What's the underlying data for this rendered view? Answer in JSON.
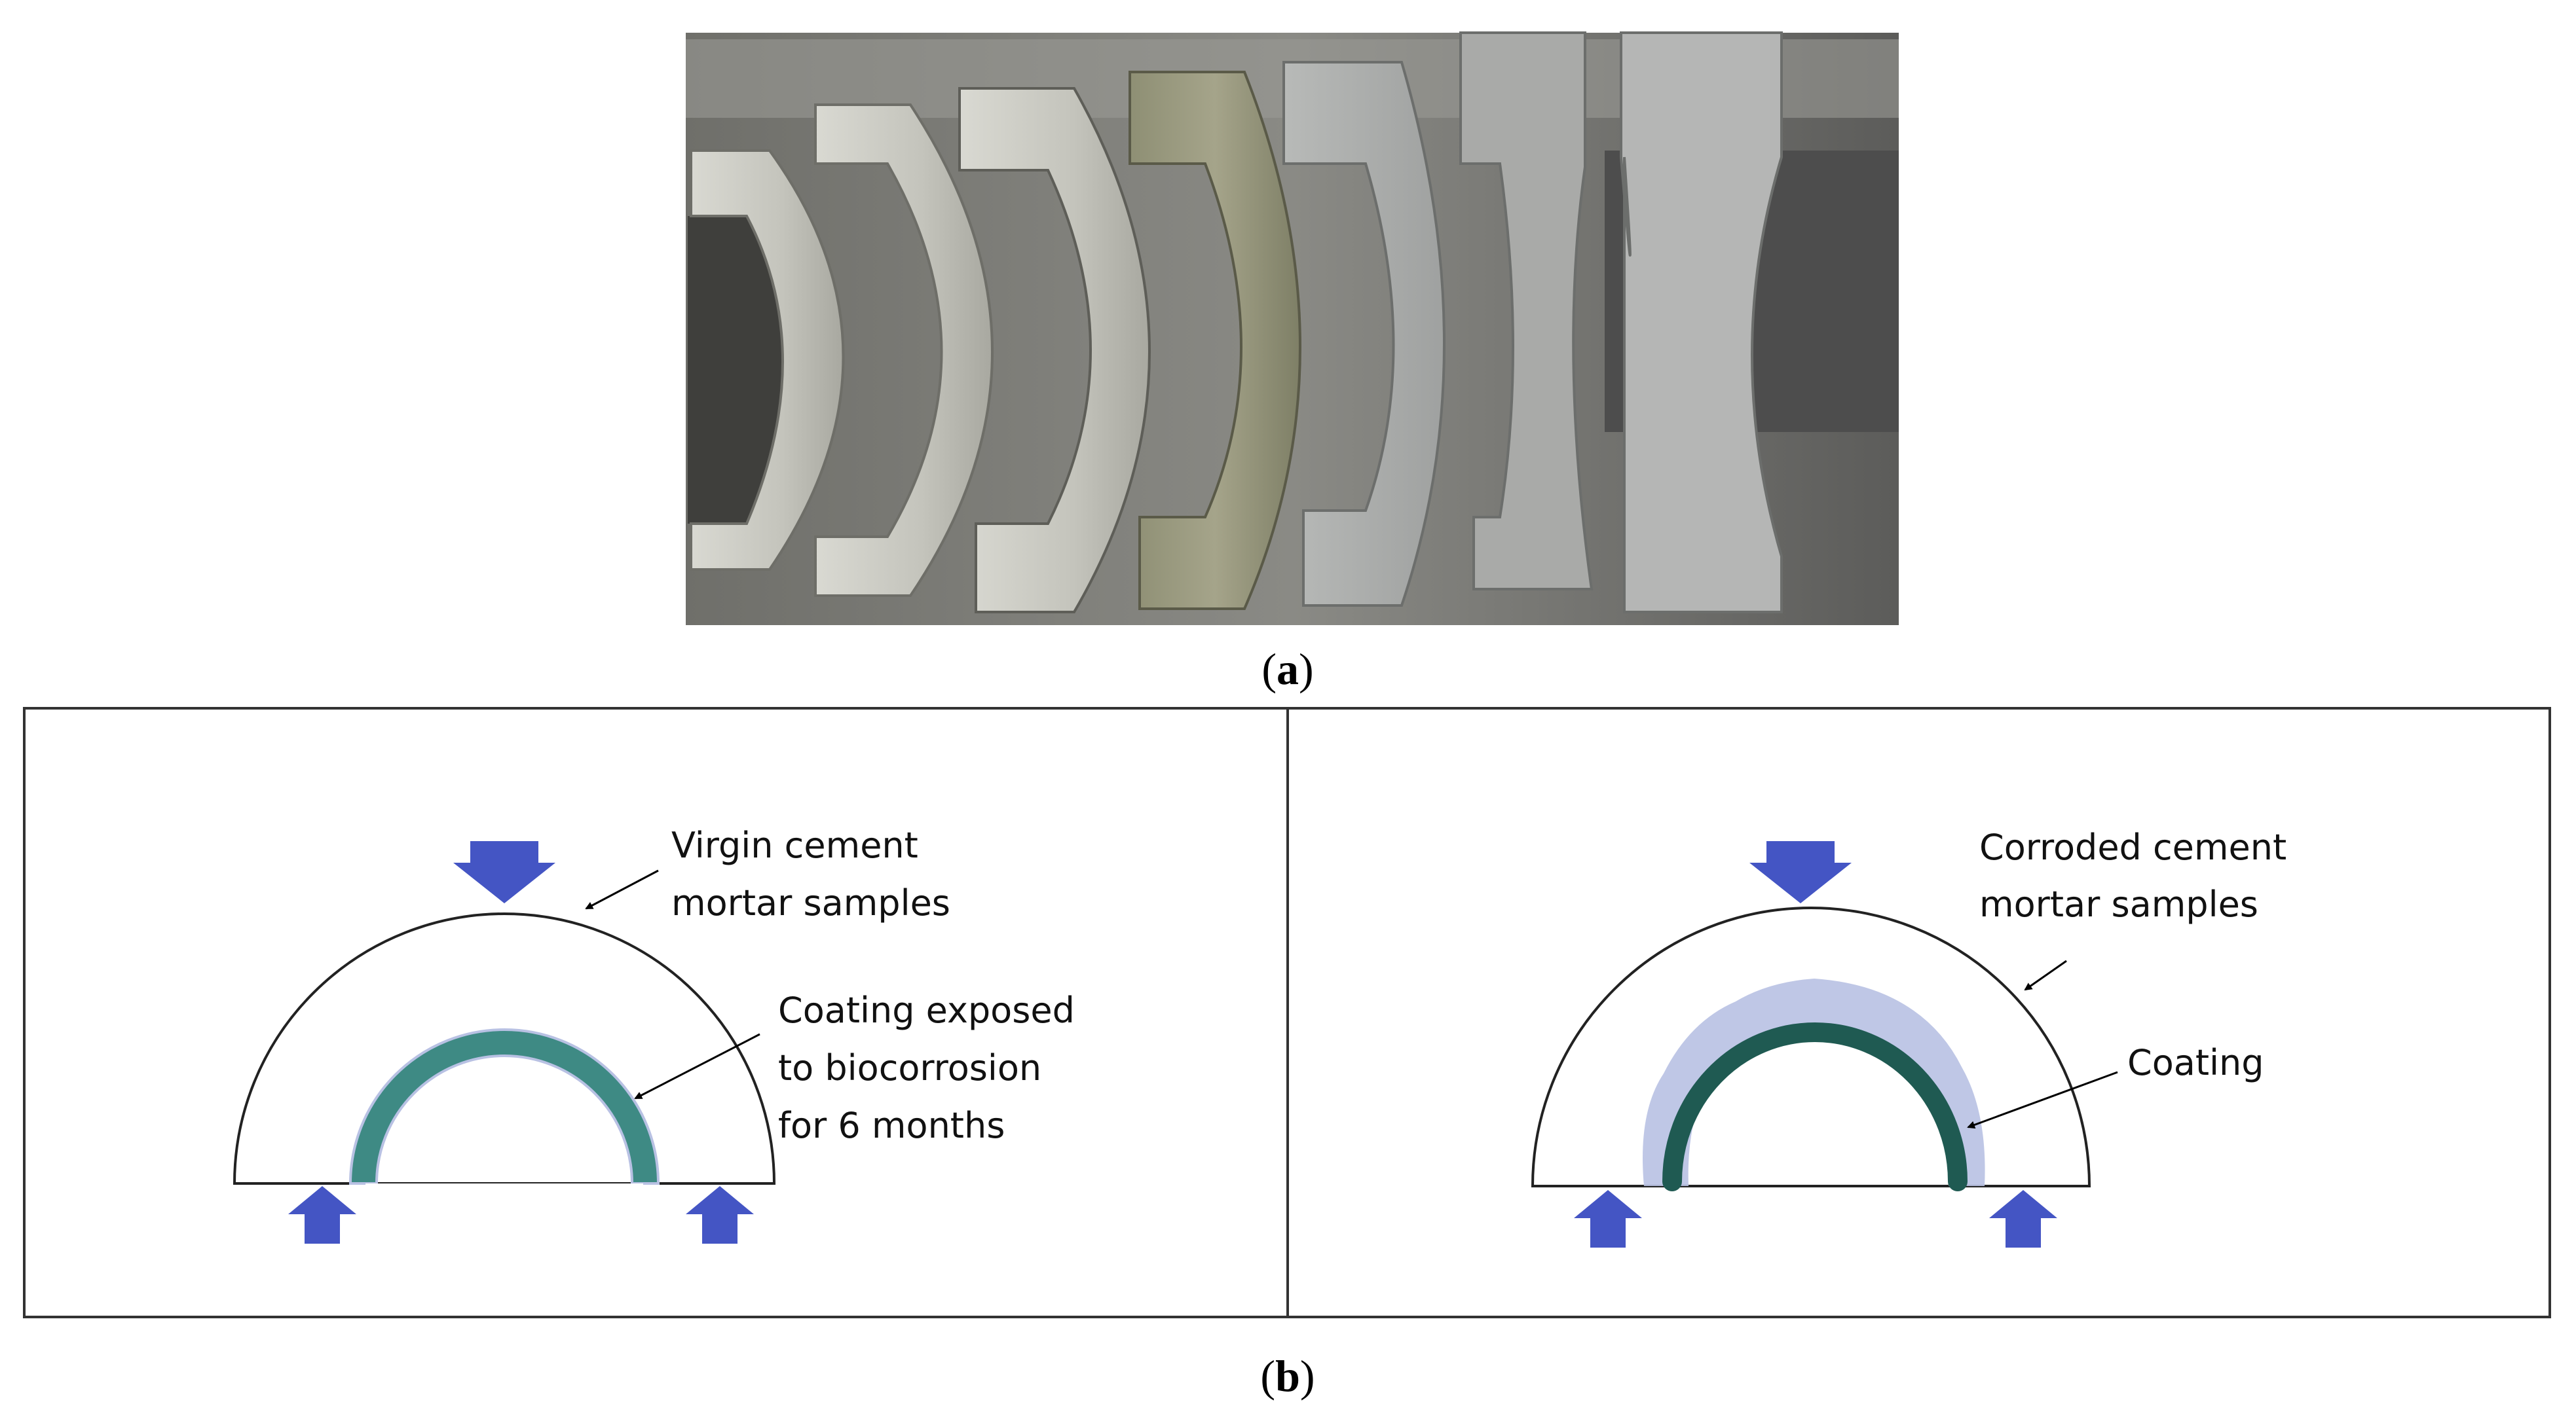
{
  "panel_a": {
    "caption_letter": "a",
    "photo_description_icon": "photo-cement-mortar-half-ring-samples"
  },
  "panel_b": {
    "caption_letter": "b",
    "left": {
      "sample_label_line1": "Virgin cement",
      "sample_label_line2": "mortar samples",
      "coating_label_line1": "Coating exposed",
      "coating_label_line2": "to biocorrosion",
      "coating_label_line3": "for 6 months"
    },
    "right": {
      "sample_label_line1": "Corroded cement",
      "sample_label_line2": "mortar samples",
      "coating_label": "Coating"
    }
  },
  "colors": {
    "load_arrow": "#4455c4",
    "coating_left": "#3e8a84",
    "coating_right": "#1f5a52",
    "corrosion": "#b8c1e3",
    "outline": "#222222"
  }
}
